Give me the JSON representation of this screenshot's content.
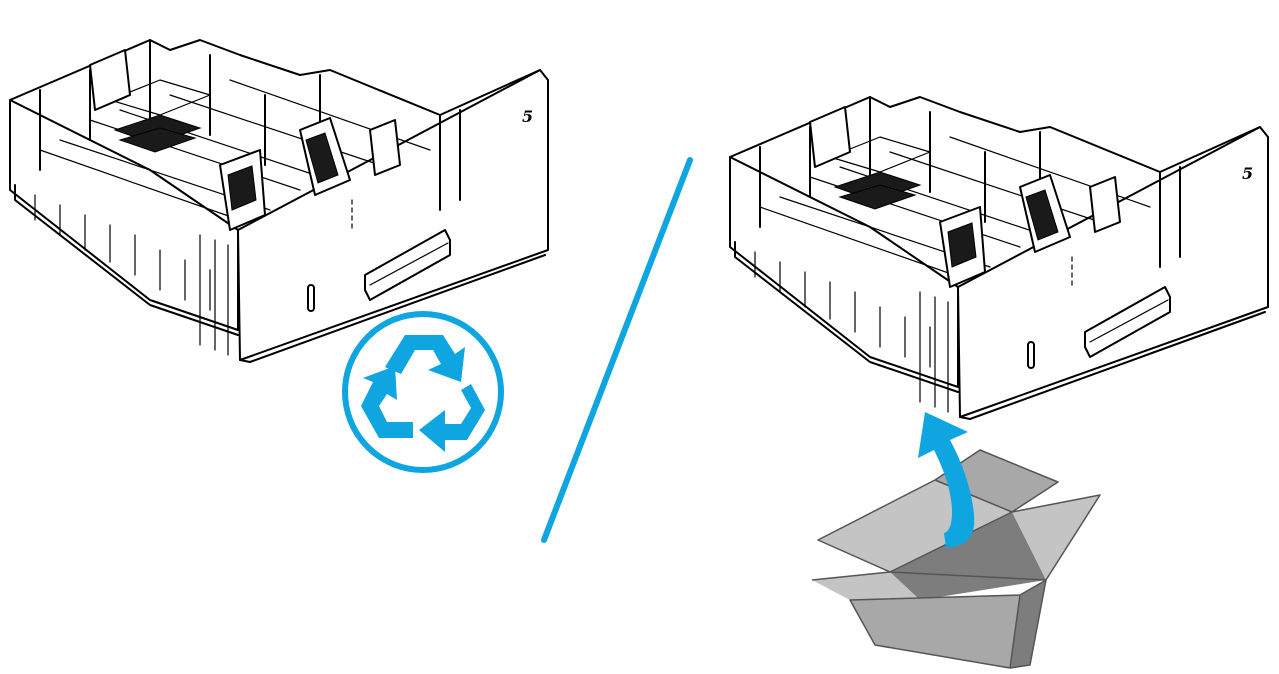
{
  "colors": {
    "accent": "#0ea5e0",
    "line": "#000000",
    "box_light": "#c4c4c4",
    "box_mid": "#a8a8a8",
    "box_dark": "#7d7d7d"
  },
  "left_tray": {
    "tray_number": "5"
  },
  "right_tray": {
    "tray_number": "5"
  },
  "icons": {
    "recycle": "recycle-icon",
    "separator": "slash-separator",
    "arrow": "curved-up-arrow-icon",
    "box": "open-cardboard-box-icon"
  }
}
